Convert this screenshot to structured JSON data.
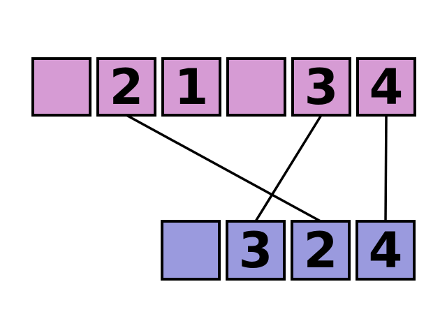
{
  "diagram": {
    "description": "Two rows of squares with matching numbers connected by lines",
    "background_color": "#ffffff",
    "border_color": "#000000",
    "line_color": "#000000",
    "top_row": {
      "color": "#D69BD4",
      "boxes": [
        {
          "value": ""
        },
        {
          "value": "2"
        },
        {
          "value": "1"
        },
        {
          "value": ""
        },
        {
          "value": "3"
        },
        {
          "value": "4"
        }
      ]
    },
    "bottom_row": {
      "color": "#9A9ADE",
      "boxes": [
        {
          "value": ""
        },
        {
          "value": "3"
        },
        {
          "value": "2"
        },
        {
          "value": "4"
        }
      ]
    },
    "connections": [
      {
        "from": 1,
        "to": 2,
        "label": "2-2"
      },
      {
        "from": 4,
        "to": 1,
        "label": "3-3"
      },
      {
        "from": 5,
        "to": 3,
        "label": "4-4"
      }
    ]
  }
}
